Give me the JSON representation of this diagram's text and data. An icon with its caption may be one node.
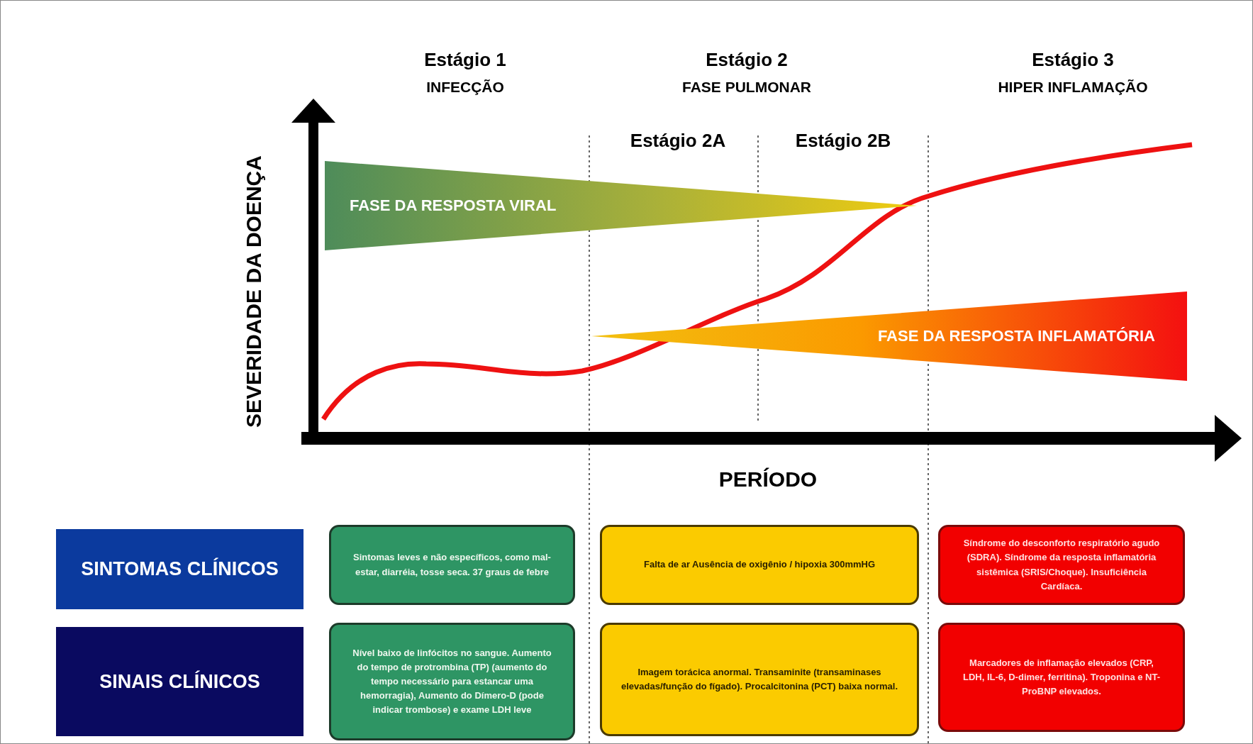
{
  "diagram": {
    "nodes": [
      {
        "text": [
          "FASE DA RESPOSTA VIRAL"
        ]
      },
      {
        "text": [
          "FASE DA RESPOSTA INFLAMATÓRIA"
        ]
      },
      {
        "text": [
          "SINTOMAS CLÍNICOS"
        ]
      },
      {
        "text": [
          "Sintomas leves e não específicos, como mal-estar, diarréia, tosse seca. 37 graus de febre"
        ]
      },
      {
        "text": [
          "Falta de ar Ausência de oxigênio / hipoxia 300mmHG"
        ]
      },
      {
        "text": [
          "Síndrome do desconforto respiratório agudo (SDRA). Síndrome da resposta inflamatória sistêmica  (SRIS/Choque). Insuficiência Cardíaca."
        ]
      },
      {
        "text": [
          "SINAIS CLÍNICOS"
        ]
      },
      {
        "text": [
          "Nível baixo de linfócitos no sangue. Aumento do tempo de protrombina (TP) (aumento do tempo necessário para estancar uma hemorragia), Aumento do Dímero-D (pode indicar trombose) e exame LDH leve"
        ]
      },
      {
        "text": [
          "Imagem torácica anormal. Transaminite (transaminases elevadas/função do fígado). Procalcitonina (PCT) baixa normal."
        ]
      },
      {
        "text": [
          "Marcadores de inflamação elevados (CRP, LDH, IL-6, D-dimer, ferritina). Troponina e NT-ProBNP elevados."
        ]
      }
    ],
    "labels": [
      "Estágio 1",
      "Estágio 2",
      "Estágio 3",
      "INFECÇÃO",
      "FASE PULMONAR",
      "HIPER INFLAMAÇÃO",
      "Estágio 2A",
      "Estágio 2B",
      "SEVERIDADE DA DOENÇA",
      "PERÍODO"
    ]
  }
}
